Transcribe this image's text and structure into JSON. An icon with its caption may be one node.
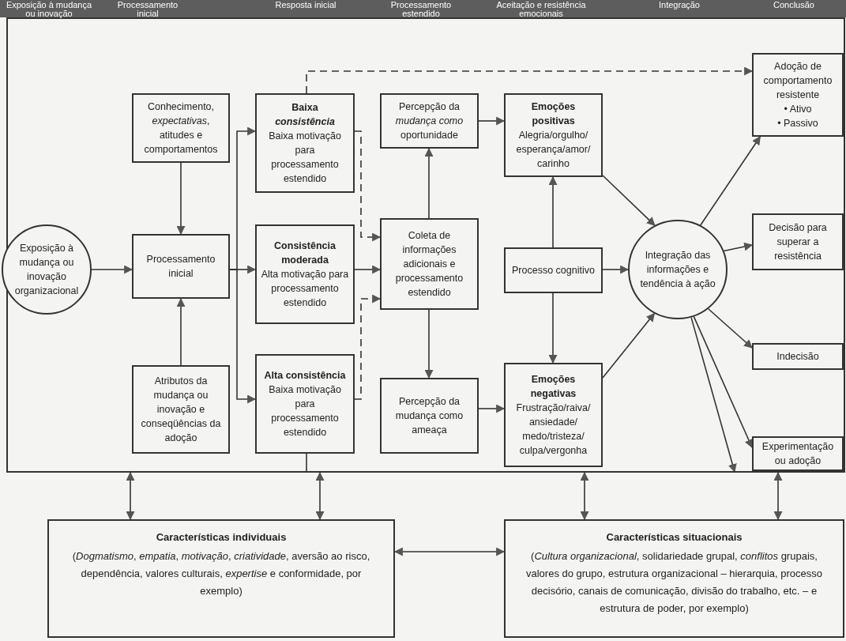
{
  "diagram": {
    "nodes": [
      {
        "text": [],
        "shape": "box"
      },
      {
        "text": [
          "Exposição à mudança ou inovação organizacional"
        ],
        "in": 0
      },
      {
        "text": [
          "Conhecimento, *expectativas*, atitudes e comportamentos"
        ],
        "in": 0
      },
      {
        "text": [
          "Processamento inicial"
        ],
        "in": 0
      },
      {
        "text": [
          "Atributos da mudança ou inovação e conseqüências da adoção"
        ],
        "in": 0
      },
      {
        "text": [
          "Baixa *consistência*",
          "Baixa motivação para processamento estendido"
        ],
        "in": 0
      },
      {
        "text": [
          "Consistência moderada",
          "Alta motivação para processamento estendido"
        ],
        "in": 0
      },
      {
        "text": [
          "Alta consistência",
          "Baixa motivação para processamento estendido"
        ],
        "in": 0
      },
      {
        "text": [
          "Percepção da *mudança como* oportunidade"
        ],
        "in": 0
      },
      {
        "text": [
          "Coleta de informações adicionais e processamento estendido"
        ],
        "in": 0
      },
      {
        "text": [
          "Percepção da mudança como ameaça"
        ],
        "in": 0
      },
      {
        "text": [
          "Emoções positivas",
          "Alegria/orgulho/ esperança/amor/ carinho"
        ],
        "in": 0
      },
      {
        "text": [
          "Processo cognitivo"
        ],
        "in": 0
      },
      {
        "text": [
          "Emoções negativas",
          "Frustração/raiva/ ansiedade/ medo/tristeza/ culpa/vergonha"
        ],
        "in": 0
      },
      {
        "text": [
          "Integração das informações e tendência à ação"
        ],
        "in": 0
      },
      {
        "text": [
          "Adoção de comportamento resistente",
          "• Ativo",
          "• Passivo"
        ],
        "in": 0
      },
      {
        "text": [
          "Decisão para superar a resistência"
        ],
        "in": 0
      },
      {
        "text": [
          "Indecisão"
        ],
        "in": 0
      },
      {
        "text": [
          "Experimentação ou adoção"
        ],
        "in": 0
      },
      {
        "text": [
          "Características individuais",
          "(*Dogmatismo*, *empatia*, *motivação*, *criatividade*, aversão ao risco, dependência, valores culturais, *expertise* e conformidade, por exemplo)"
        ]
      },
      {
        "text": [
          "Características situacionais",
          "(*Cultura organizacional*, solidariedade grupal, *conflitos* grupais, valores do grupo, estrutura organizacional – hierarquia, processo decisório, canais de comunicação, divisão do trabalho, etc. – e estrutura de poder, por exemplo)"
        ]
      }
    ],
    "edges": [
      {
        "from": 1,
        "to": 3,
        "arrow": "to"
      },
      {
        "from": 2,
        "to": 3,
        "arrow": "to"
      },
      {
        "from": 4,
        "to": 3,
        "arrow": "to"
      },
      {
        "from": 3,
        "to": 5,
        "arrow": "to"
      },
      {
        "from": 3,
        "to": 6,
        "arrow": "to"
      },
      {
        "from": 3,
        "to": 7,
        "arrow": "to"
      },
      {
        "from": 5,
        "to": 9,
        "arrow": "to",
        "style": "dashed"
      },
      {
        "from": 6,
        "to": 9,
        "arrow": "to"
      },
      {
        "from": 7,
        "to": 9,
        "arrow": "to",
        "style": "dashed"
      },
      {
        "from": 5,
        "to": 15,
        "arrow": "to",
        "style": "dashed"
      },
      {
        "from": 7,
        "to": 0,
        "arrow": "none"
      },
      {
        "from": 9,
        "to": 8,
        "arrow": "to"
      },
      {
        "from": 9,
        "to": 10,
        "arrow": "to"
      },
      {
        "from": 8,
        "to": 11,
        "arrow": "to"
      },
      {
        "from": 10,
        "to": 13,
        "arrow": "to"
      },
      {
        "from": 12,
        "to": 11,
        "arrow": "to"
      },
      {
        "from": 12,
        "to": 13,
        "arrow": "to"
      },
      {
        "from": 12,
        "to": 14,
        "arrow": "to"
      },
      {
        "from": 11,
        "to": 14,
        "arrow": "to"
      },
      {
        "from": 13,
        "to": 14,
        "arrow": "to"
      },
      {
        "from": 14,
        "to": 15,
        "arrow": "to"
      },
      {
        "from": 14,
        "to": 16,
        "arrow": "to"
      },
      {
        "from": 14,
        "to": 17,
        "arrow": "to"
      },
      {
        "from": 14,
        "to": 18,
        "arrow": "to"
      },
      {
        "from": 14,
        "to": 0,
        "arrow": "to"
      },
      {
        "from": 19,
        "to": 20,
        "arrow": "both"
      },
      {
        "from": 0,
        "to": 19,
        "arrow": "both"
      },
      {
        "from": 0,
        "to": 19,
        "arrow": "both"
      },
      {
        "from": 0,
        "to": 20,
        "arrow": "both"
      },
      {
        "from": 0,
        "to": 20,
        "arrow": "both"
      }
    ],
    "labels": [
      "Exposição à mudança ou inovação",
      "Processamento inicial",
      "Resposta inicial",
      "Processamento estendido",
      "Aceitação e resistência emocionais",
      "Integração",
      "Conclusão"
    ]
  }
}
